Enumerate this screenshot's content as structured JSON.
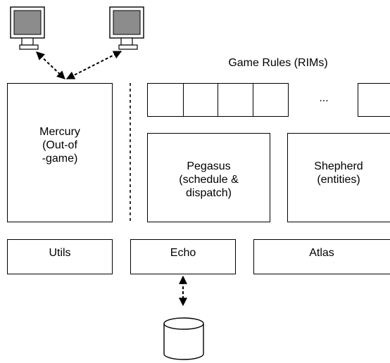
{
  "title": "Game Rules (RIMs)",
  "rims": {
    "ellipsis": "..."
  },
  "mercury": {
    "lines": [
      "Mercury",
      "(Out-of",
      "-game)"
    ]
  },
  "pegasus": {
    "lines": [
      "Pegasus",
      "(schedule &",
      "dispatch)"
    ]
  },
  "shepherd": {
    "lines": [
      "Shepherd",
      "(entities)"
    ]
  },
  "utils": {
    "label": "Utils"
  },
  "echo": {
    "label": "Echo"
  },
  "atlas": {
    "label": "Atlas"
  },
  "colors": {
    "monitor_screen": "#8c8c8c",
    "line": "#000000"
  },
  "icons": [
    "monitor-icon",
    "database-cylinder-icon"
  ]
}
